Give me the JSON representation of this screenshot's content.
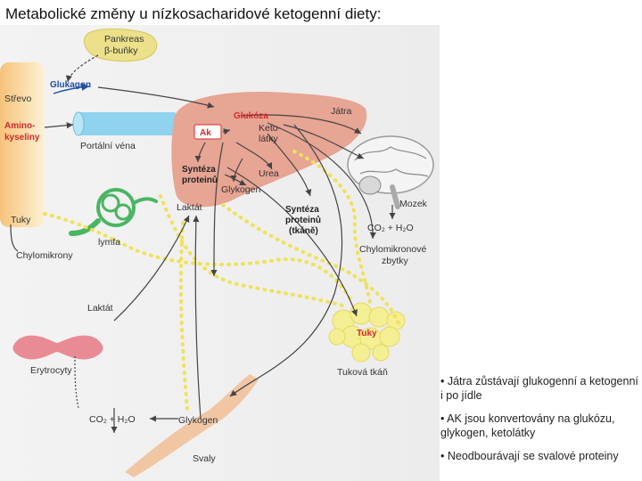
{
  "title": "Metabolické změny u nízkosacharidové ketogenní diety:",
  "colors": {
    "liver": "#e7a594",
    "intestine": "#f7cf8a",
    "pancreas": "#ece08a",
    "portal_vein": "#8fd3ee",
    "lymph": "#4ab562",
    "erythrocyte": "#e88b95",
    "fat_tissue": "#f5ef93",
    "muscle": "#f1c6a3",
    "dotted_path": "#efe25a",
    "red_label": "#d42a2a",
    "blue_label": "#1f4fa0"
  },
  "labels": {
    "pankreas": "Pankreas",
    "beta_cells": "β-buňky",
    "glukagon": "Glukagon",
    "strevo": "Střevo",
    "amino_1": "Amino-",
    "amino_2": "kyseliny",
    "portal_vein": "Portální véna",
    "tuky_left": "Tuky",
    "lymfa": "lymfa",
    "chylomikrony": "Chylomikrony",
    "laktat_left": "Laktát",
    "erytrocyty": "Erytrocyty",
    "co2_h2o_left": "CO₂ + H₂O",
    "glykogen_muscle": "Glykogen",
    "svaly": "Svaly",
    "glukoza": "Glukóza",
    "jatra": "Játra",
    "ak": "Ak",
    "keto_1": "Keto-",
    "keto_2": "látky",
    "synteza_1": "Syntéza",
    "synteza_2": "proteinů",
    "urea": "Urea",
    "glykogen_liver": "Glykogen",
    "laktat_liver": "Laktát",
    "synteza_tkane_1": "Syntéza",
    "synteza_tkane_2": "proteinů",
    "synteza_tkane_3": "(tkáně)",
    "mozek": "Mozek",
    "co2_h2o_right": "CO₂ + H₂O",
    "chylo_zbytky_1": "Chylomikronové",
    "chylo_zbytky_2": "zbytky",
    "tuky_right": "Tuky",
    "tukova_tkan": "Tuková tkáň"
  },
  "bullets": [
    "• Játra zůstávají glukogenní a ketogenní i po jídle",
    "• AK jsou konvertovány na glukózu, glykogen, ketolátky",
    "• Neodbourávají se svalové proteiny"
  ]
}
